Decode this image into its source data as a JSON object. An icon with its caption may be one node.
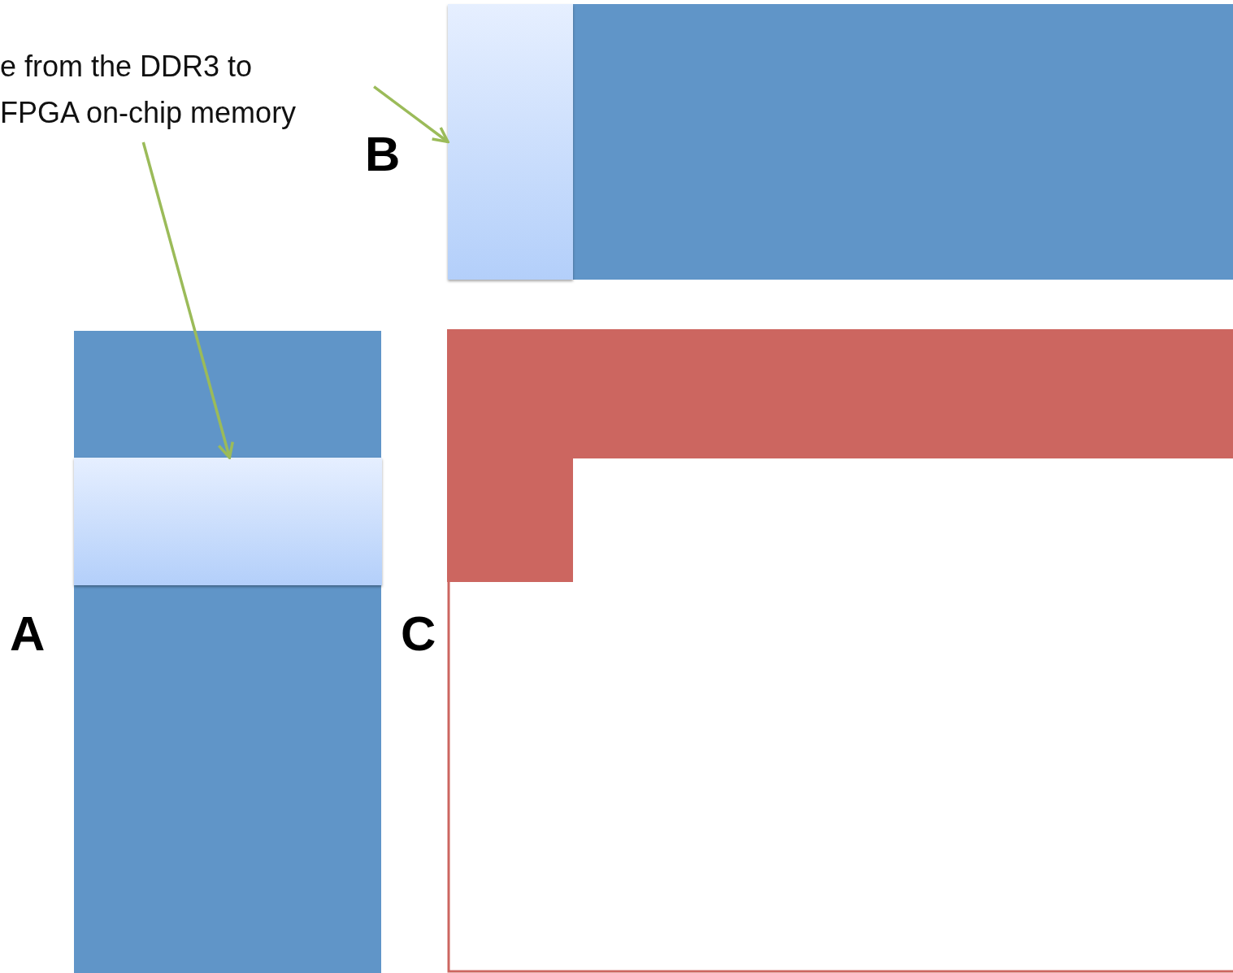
{
  "diagram": {
    "nodes": [
      {
        "text": [
          "e from the DDR3 to FPGA on-chip memory"
        ]
      },
      {
        "text": [],
        "shape": "bar",
        "beside": [
          "A"
        ]
      },
      {
        "text": [],
        "shape": "box",
        "in": 1
      },
      {
        "text": [],
        "shape": "bar",
        "beside": [
          "B"
        ]
      },
      {
        "text": [],
        "shape": "box",
        "in": 3
      },
      {
        "text": [],
        "shape": "box",
        "beside": [
          "C"
        ]
      }
    ],
    "edges": [
      {
        "from": 0,
        "to": 2,
        "arrow": "to"
      },
      {
        "from": 0,
        "to": 4,
        "arrow": "to"
      }
    ]
  }
}
